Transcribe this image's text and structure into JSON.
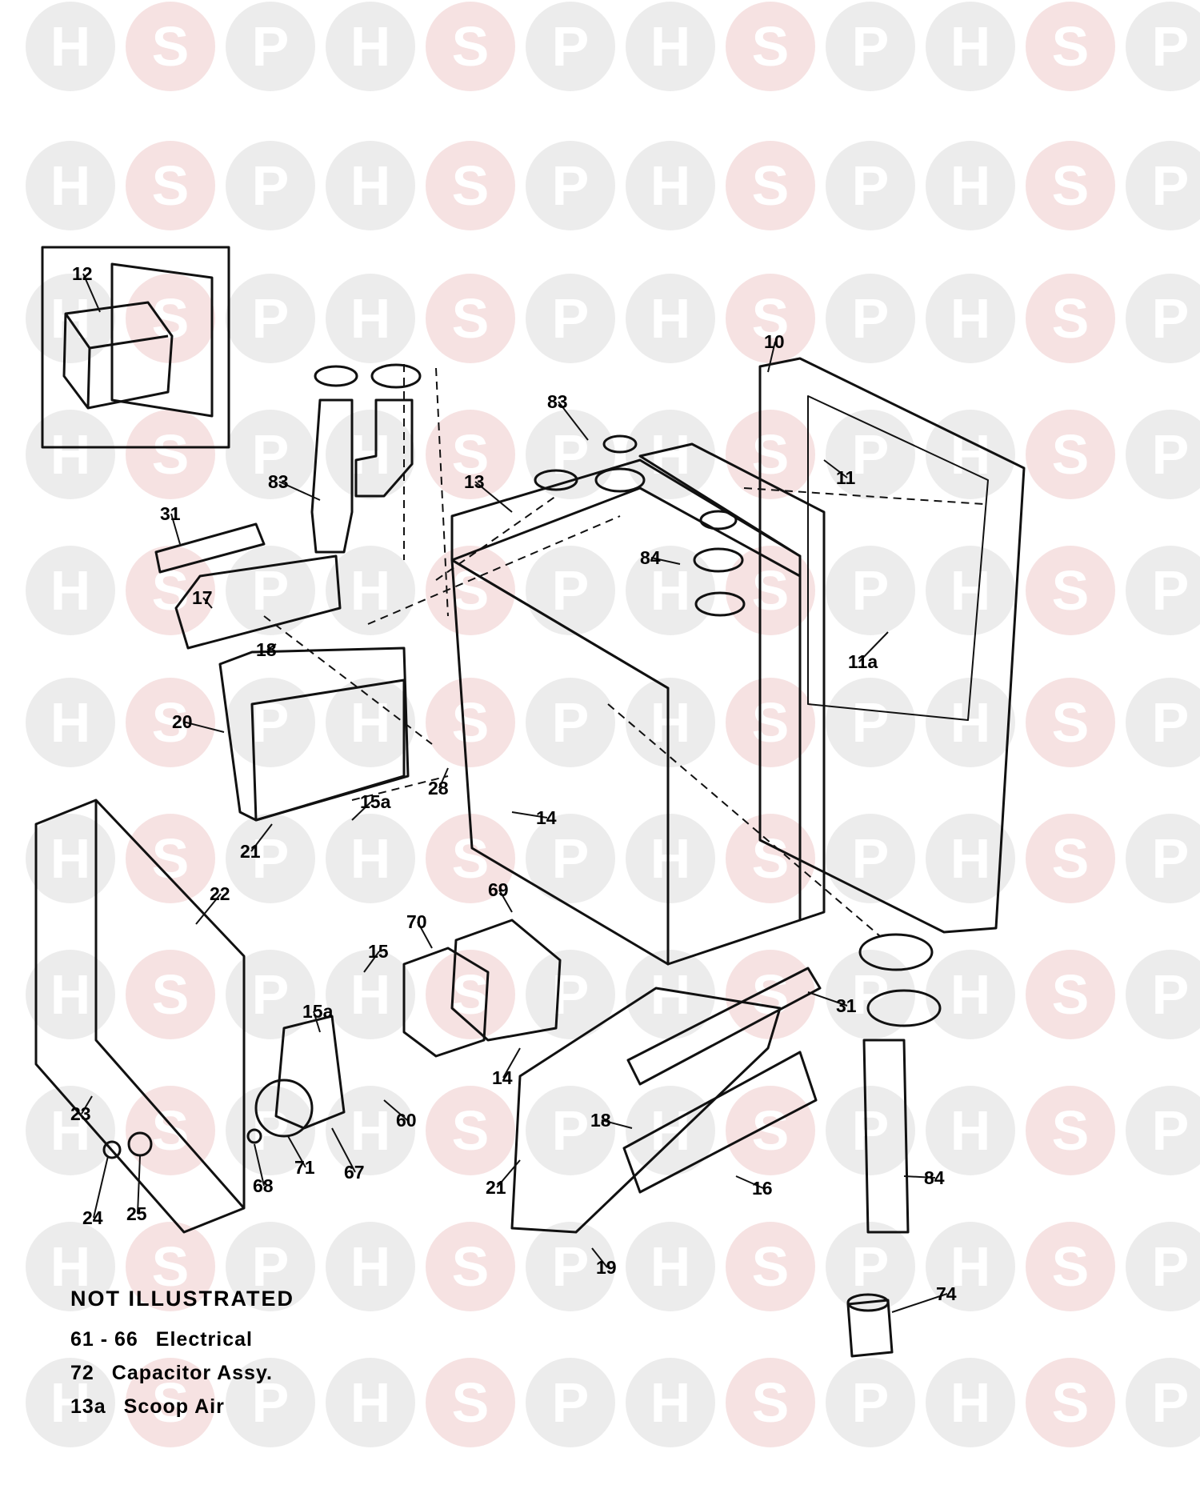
{
  "watermark": {
    "letters": [
      "H",
      "S",
      "P"
    ],
    "letter_color": "#e6e6e6",
    "h_color": "#ececec",
    "s_color": "#f6e2e2"
  },
  "part_labels": [
    {
      "id": "l12",
      "text": "12"
    },
    {
      "id": "l83a",
      "text": "83"
    },
    {
      "id": "l83b",
      "text": "83"
    },
    {
      "id": "l10",
      "text": "10"
    },
    {
      "id": "l11",
      "text": "11"
    },
    {
      "id": "l13",
      "text": "13"
    },
    {
      "id": "l31a",
      "text": "31"
    },
    {
      "id": "l84a",
      "text": "84"
    },
    {
      "id": "l17",
      "text": "17"
    },
    {
      "id": "l18a",
      "text": "18"
    },
    {
      "id": "l11a",
      "text": "11a"
    },
    {
      "id": "l20",
      "text": "20"
    },
    {
      "id": "l28",
      "text": "28"
    },
    {
      "id": "l15a1",
      "text": "15a"
    },
    {
      "id": "l14a",
      "text": "14"
    },
    {
      "id": "l21a",
      "text": "21"
    },
    {
      "id": "l22",
      "text": "22"
    },
    {
      "id": "l69",
      "text": "69"
    },
    {
      "id": "l70",
      "text": "70"
    },
    {
      "id": "l15",
      "text": "15"
    },
    {
      "id": "l31b",
      "text": "31"
    },
    {
      "id": "l15a2",
      "text": "15a"
    },
    {
      "id": "l14b",
      "text": "14"
    },
    {
      "id": "l60",
      "text": "60"
    },
    {
      "id": "l23",
      "text": "23"
    },
    {
      "id": "l18b",
      "text": "18"
    },
    {
      "id": "l71",
      "text": "71"
    },
    {
      "id": "l67",
      "text": "67"
    },
    {
      "id": "l84b",
      "text": "84"
    },
    {
      "id": "l68",
      "text": "68"
    },
    {
      "id": "l21b",
      "text": "21"
    },
    {
      "id": "l16",
      "text": "16"
    },
    {
      "id": "l24",
      "text": "24"
    },
    {
      "id": "l25",
      "text": "25"
    },
    {
      "id": "l19",
      "text": "19"
    },
    {
      "id": "l74",
      "text": "74"
    }
  ],
  "not_illustrated": {
    "title": "NOT ILLUSTRATED",
    "items": [
      {
        "num": "61 - 66",
        "label": "Electrical"
      },
      {
        "num": "72",
        "label": "Capacitor Assy."
      },
      {
        "num": "13a",
        "label": "Scoop Air"
      }
    ]
  }
}
